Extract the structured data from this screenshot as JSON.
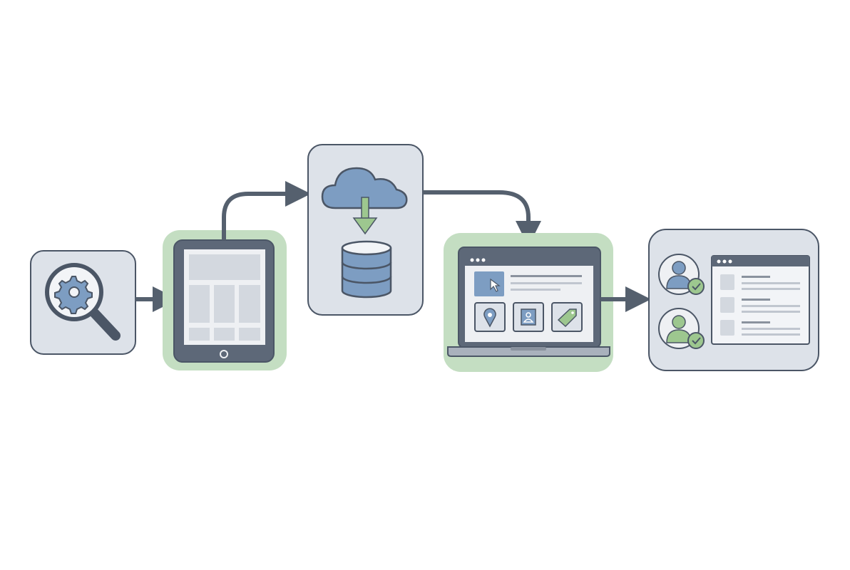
{
  "diagram": {
    "type": "process-flow",
    "steps": [
      {
        "id": "configure",
        "icon": "magnifier-gear-icon"
      },
      {
        "id": "tablet-layout",
        "icon": "tablet-icon",
        "highlighted": true
      },
      {
        "id": "cloud-database",
        "icon": "cloud-download-database-icon"
      },
      {
        "id": "laptop-interface",
        "icon": "laptop-app-icon",
        "highlighted": true
      },
      {
        "id": "verified-users",
        "icon": "users-verified-list-icon"
      }
    ],
    "colors": {
      "box_fill": "#dde2e9",
      "stroke": "#4b5666",
      "highlight": "#c4dec2",
      "accent_blue": "#7d9dc2",
      "accent_green": "#9dc78f",
      "screen": "#f2f4f7"
    }
  }
}
